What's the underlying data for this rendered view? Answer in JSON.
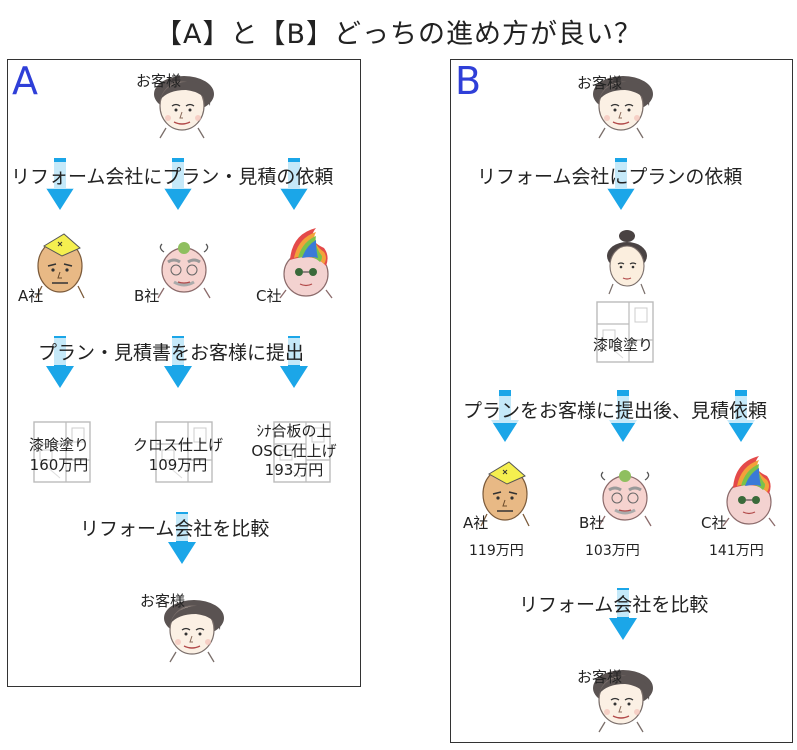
{
  "title": "【A】と【B】どっちの進め方が良い？",
  "colors": {
    "arrow": "#1ba6e8",
    "panel_label": "#2f3fd8",
    "border": "#333333"
  },
  "panel_a": {
    "label": "A",
    "customer": "お客様",
    "step1": "リフォーム会社にプラン・見積の依頼",
    "companies": [
      "A社",
      "B社",
      "C社"
    ],
    "step2": "プラン・見積書をお客様に提出",
    "plans": [
      {
        "lines": [
          "漆喰塗り",
          "160万円"
        ]
      },
      {
        "lines": [
          "クロス仕上げ",
          "109万円"
        ]
      },
      {
        "lines": [
          "ｼﾅ合板の上",
          "OSCL仕上げ",
          "193万円"
        ]
      }
    ],
    "step3": "リフォーム会社を比較",
    "customer_end": "お客様"
  },
  "panel_b": {
    "label": "B",
    "customer": "お客様",
    "step1": "リフォーム会社にプランの依頼",
    "plan_label": "漆喰塗り",
    "step2": "プランをお客様に提出後、見積依頼",
    "companies": [
      "A社",
      "B社",
      "C社"
    ],
    "prices": [
      "119万円",
      "103万円",
      "141万円"
    ],
    "step3": "リフォーム会社を比較",
    "customer_end": "お客様"
  }
}
